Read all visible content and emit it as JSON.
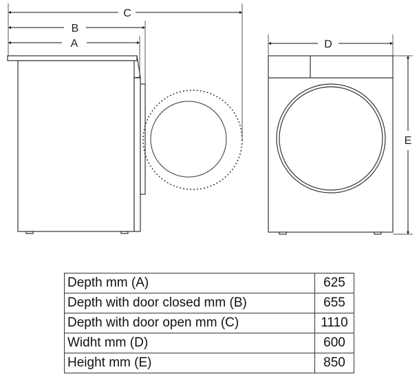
{
  "labels": {
    "a": "A",
    "b": "B",
    "c": "C",
    "d": "D",
    "e": "E"
  },
  "table": [
    {
      "label": "Depth mm (A)",
      "value": "625"
    },
    {
      "label": "Depth with door closed mm (B)",
      "value": "655"
    },
    {
      "label": "Depth with door open mm (C)",
      "value": "1110"
    },
    {
      "label": "Widht mm (D)",
      "value": "600"
    },
    {
      "label": "Height mm (E)",
      "value": "850"
    }
  ]
}
